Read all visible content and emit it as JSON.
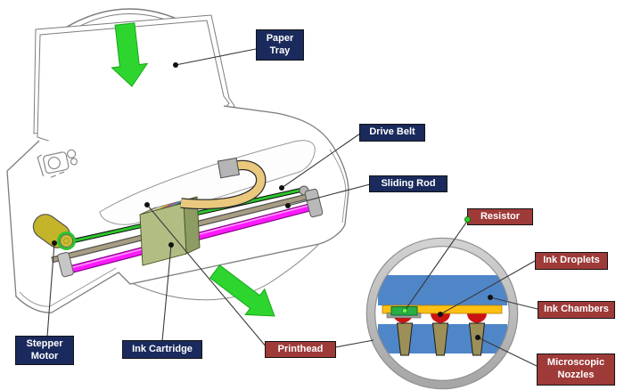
{
  "diagram": {
    "labels": {
      "paper_tray": "Paper Tray",
      "drive_belt": "Drive Belt",
      "sliding_rod": "Sliding Rod",
      "resistor": "Resistor",
      "ink_droplets": "Ink Droplets",
      "ink_chambers": "Ink Chambers",
      "microscopic_nozzles": "Microscopic Nozzles",
      "stepper_motor": "Stepper Motor",
      "ink_cartridge": "Ink Cartridge",
      "printhead": "Printhead"
    },
    "label_colors": {
      "navy_background": "#1a2a5c",
      "red_background": "#9e3a38",
      "text": "#ffffff",
      "border": "#141414"
    },
    "artwork_colors": {
      "arrow_green": "#2ed52e",
      "drive_belt_green": "#2cc42c",
      "sliding_rod_magenta": "#ff1aff",
      "support_rod_tan": "#a79d82",
      "stepper_motor_yellow": "#c4b42a",
      "ink_cartridge_olive": "#b2bd84",
      "ribbon_cable_tan": "#eac97e",
      "ink_chamber_blue": "#4f86c8",
      "nozzle_plate_yellow": "#ffc013",
      "ink_droplet_red": "#cc1414",
      "nozzle_khaki": "#9c8f58",
      "resistor_green": "#27ae47",
      "inset_ring_gray": "#c2c2c2",
      "outline_gray": "#7d7d7d"
    }
  }
}
